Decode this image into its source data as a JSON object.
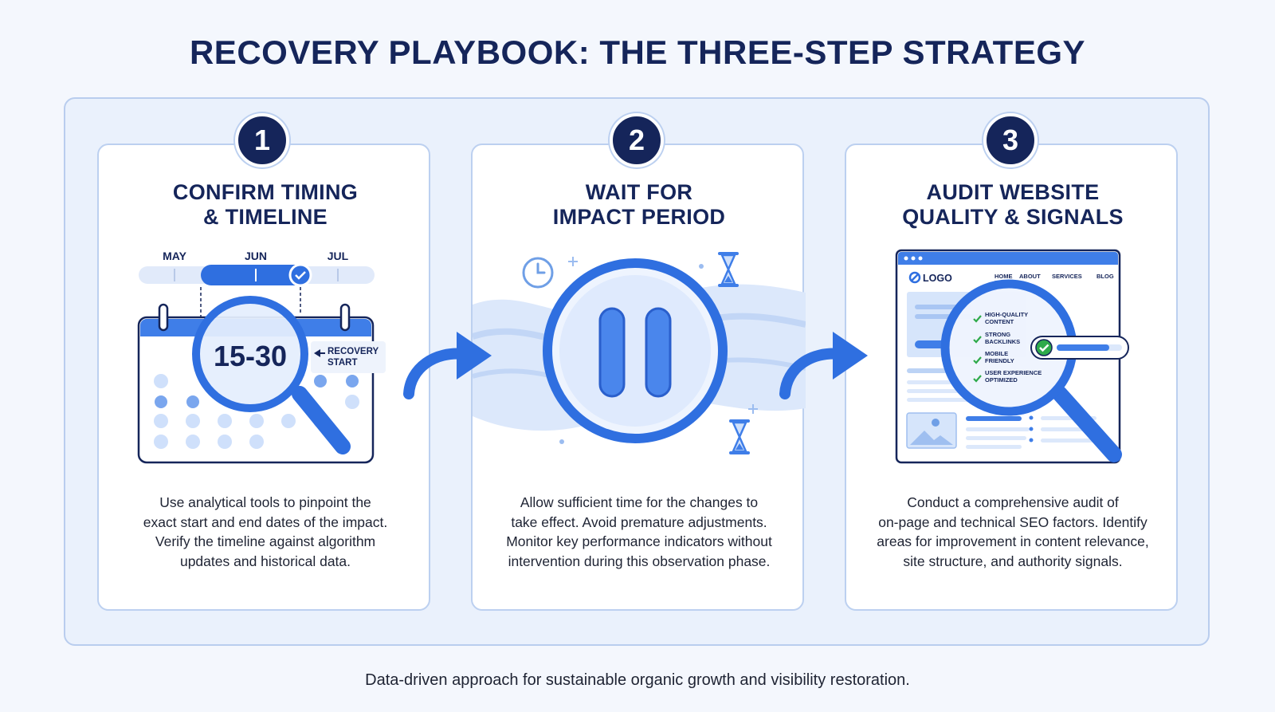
{
  "title": "RECOVERY PLAYBOOK: THE THREE-STEP STRATEGY",
  "colors": {
    "navy": "#15255a",
    "accent": "#2f6fe0",
    "accent_light": "#cfe0fb",
    "check": "#2eaa4a"
  },
  "steps": [
    {
      "number": "1",
      "title_lines": [
        "CONFIRM TIMING",
        "& TIMELINE"
      ],
      "text_lines": [
        "Use analytical tools to pinpoint the",
        "exact start and end dates of the impact.",
        "Verify the timeline against algorithm",
        "updates and historical data."
      ],
      "illustration": {
        "months": [
          "MAY",
          "JUN",
          "JUL"
        ],
        "date_range": "15-30",
        "recovery_label_lines": [
          "RECOVERY",
          "START"
        ]
      }
    },
    {
      "number": "2",
      "title_lines": [
        "WAIT FOR",
        "IMPACT PERIOD"
      ],
      "text_lines": [
        "Allow sufficient time for the changes to",
        "take effect. Avoid premature adjustments.",
        "Monitor key performance indicators without",
        "intervention during this observation phase."
      ],
      "illustration": {
        "icons": [
          "clock-icon",
          "hourglass-icon",
          "pause-icon"
        ]
      }
    },
    {
      "number": "3",
      "title_lines": [
        "AUDIT WEBSITE",
        "QUALITY & SIGNALS"
      ],
      "text_lines": [
        "Conduct a comprehensive audit of",
        "on-page and technical SEO factors. Identify",
        "areas for improvement in content relevance,",
        "site structure, and authority signals."
      ],
      "illustration": {
        "logo": "LOGO",
        "nav": [
          "HOME",
          "ABOUT",
          "SERVICES",
          "BLOG"
        ],
        "checklist": [
          [
            "HIGH-QUALITY",
            "CONTENT"
          ],
          [
            "STRONG",
            "BACKLINKS"
          ],
          [
            "MOBILE",
            "FRIENDLY"
          ],
          [
            "USER EXPERIENCE",
            "OPTIMIZED"
          ]
        ]
      }
    }
  ],
  "footer": "Data-driven approach for sustainable organic growth and visibility restoration."
}
